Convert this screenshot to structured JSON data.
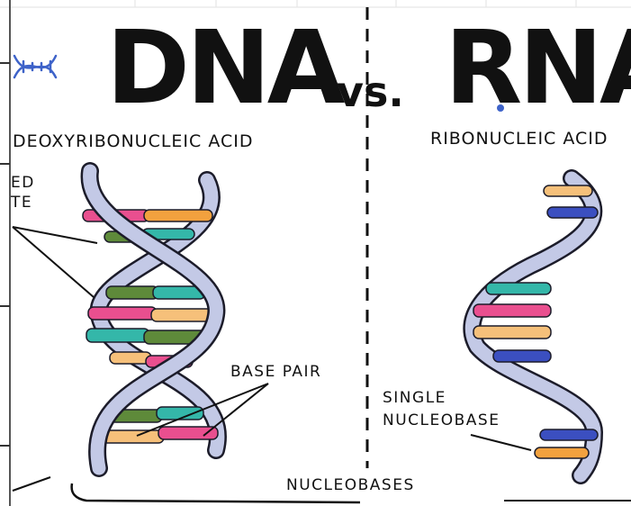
{
  "header": {
    "title_left": "DNA",
    "vs": "vs.",
    "title_right": "RNA"
  },
  "dna": {
    "full_name": "DEOXYRIBONUCLEIC ACID",
    "partial_label_line1": "ED",
    "partial_label_line2": "TE",
    "base_pair_label": "BASE PAIR"
  },
  "rna": {
    "full_name": "RIBONUCLEIC ACID",
    "single_label_line1": "SINGLE",
    "single_label_line2": "NUCLEOBASE"
  },
  "footer": {
    "nucleobases_label": "NUCLEOBASES"
  },
  "icons": {
    "logo": "dna-helix-icon"
  },
  "colors": {
    "backbone_fill": "#c3c9e6",
    "backbone_stroke": "#1c1c2a",
    "pink": "#e94f8f",
    "orange": "#f2a13e",
    "green": "#5e8a3a",
    "teal": "#34b7a9",
    "blue": "#3b4fc0",
    "light_orange": "#f6c07a",
    "accent_blue": "#3e63c9"
  }
}
